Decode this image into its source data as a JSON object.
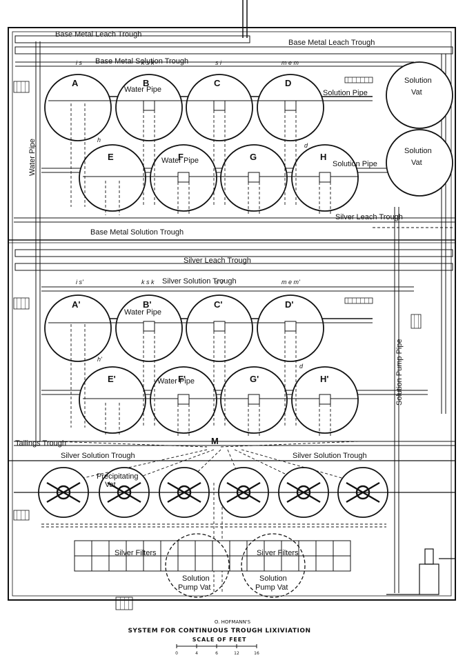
{
  "caption": {
    "author": "O. HOFMANN'S",
    "title": "SYSTEM FOR CONTINUOUS TROUGH LIXIVIATION",
    "scale_label": "SCALE OF FEET",
    "scale_ticks": [
      "0",
      "4",
      "6",
      "12",
      "16"
    ]
  },
  "labels": {
    "base_metal_leach_trough_1": "Base Metal Leach Trough",
    "base_metal_leach_trough_2": "Base Metal Leach Trough",
    "base_metal_solution_trough_top": "Base Metal Solution Trough",
    "base_metal_solution_trough_mid": "Base Metal Solution Trough",
    "water_pipe_vertical": "Water Pipe",
    "water_pipe_1": "Water Pipe",
    "water_pipe_2": "Water Pipe",
    "water_pipe_3": "Water Pipe",
    "water_pipe_4": "Water Pipe",
    "solution_pipe_1": "Solution Pipe",
    "solution_pipe_2": "Solution Pipe",
    "solution_vat_1a": "Solution",
    "solution_vat_1b": "Vat",
    "solution_vat_2a": "Solution",
    "solution_vat_2b": "Vat",
    "silver_leach_trough_1": "Silver Leach Trough",
    "silver_leach_trough_2": "Silver Leach Trough",
    "silver_solution_trough_top": "Silver Solution Trough",
    "silver_solution_trough_left": "Silver Solution Trough",
    "silver_solution_trough_right": "Silver Solution Trough",
    "tailings_trough": "Tailings Trough",
    "solution_pump_pipe": "Solution Pump Pipe",
    "precipitating_vat_a": "Precipitating",
    "precipitating_vat_b": "Vat",
    "silver_filters_1": "Silver Filters",
    "silver_filters_2": "Silver Filters",
    "pump_vat_1a": "Solution",
    "pump_vat_1b": "Pump Vat",
    "pump_vat_2a": "Solution",
    "pump_vat_2b": "Pump Vat",
    "letter_m": "M",
    "marks_top": [
      "i  s",
      "k  s  k",
      "s  i",
      "m  e  m"
    ],
    "marks_mid": [
      "i  s'",
      "k  s  k",
      "s'  i'",
      "m  e  m'"
    ],
    "mark_h": "h",
    "mark_h2": "h'",
    "mark_d": "d",
    "mark_d2": "d"
  },
  "vats_top_row": [
    "A",
    "B",
    "C",
    "D"
  ],
  "vats_second_row": [
    "E",
    "F",
    "G",
    "H"
  ],
  "vats_third_row": [
    "A'",
    "B'",
    "C'",
    "D'"
  ],
  "vats_fourth_row": [
    "E'",
    "F'",
    "G'",
    "H'"
  ]
}
